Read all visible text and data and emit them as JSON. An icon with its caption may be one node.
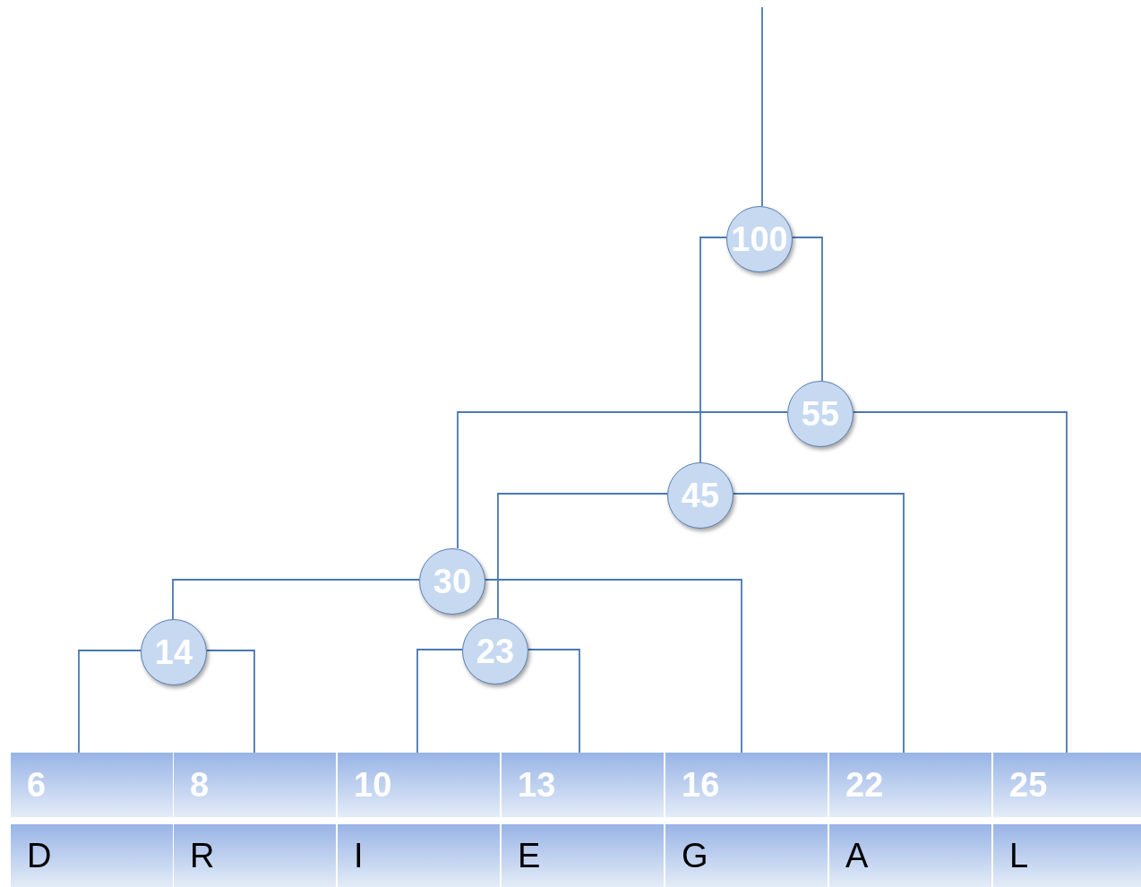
{
  "diagram": {
    "nodes": [
      {
        "text": [
          "100"
        ]
      },
      {
        "text": [
          "55"
        ]
      },
      {
        "text": [
          "45"
        ]
      },
      {
        "text": [
          "30"
        ]
      },
      {
        "text": [
          "14"
        ]
      },
      {
        "text": [
          "23"
        ]
      },
      {
        "text": [
          "6",
          "D"
        ]
      },
      {
        "text": [
          "8",
          "R"
        ]
      },
      {
        "text": [
          "10",
          "I"
        ]
      },
      {
        "text": [
          "13",
          "E"
        ]
      },
      {
        "text": [
          "16",
          "G"
        ]
      },
      {
        "text": [
          "22",
          "A"
        ]
      },
      {
        "text": [
          "25",
          "L"
        ]
      }
    ],
    "edges": [
      {
        "from": null,
        "to": 0,
        "arrow": "none"
      },
      {
        "from": 0,
        "to": 2,
        "arrow": "none"
      },
      {
        "from": 0,
        "to": 1,
        "arrow": "none"
      },
      {
        "from": 1,
        "to": 3,
        "arrow": "none"
      },
      {
        "from": 1,
        "to": 12,
        "arrow": "none"
      },
      {
        "from": 2,
        "to": 5,
        "arrow": "none"
      },
      {
        "from": 2,
        "to": 11,
        "arrow": "none"
      },
      {
        "from": 3,
        "to": 4,
        "arrow": "none"
      },
      {
        "from": 3,
        "to": 10,
        "arrow": "none"
      },
      {
        "from": 4,
        "to": 6,
        "arrow": "none"
      },
      {
        "from": 4,
        "to": 7,
        "arrow": "none"
      },
      {
        "from": 5,
        "to": 8,
        "arrow": "none"
      },
      {
        "from": 5,
        "to": 9,
        "arrow": "none"
      }
    ]
  }
}
